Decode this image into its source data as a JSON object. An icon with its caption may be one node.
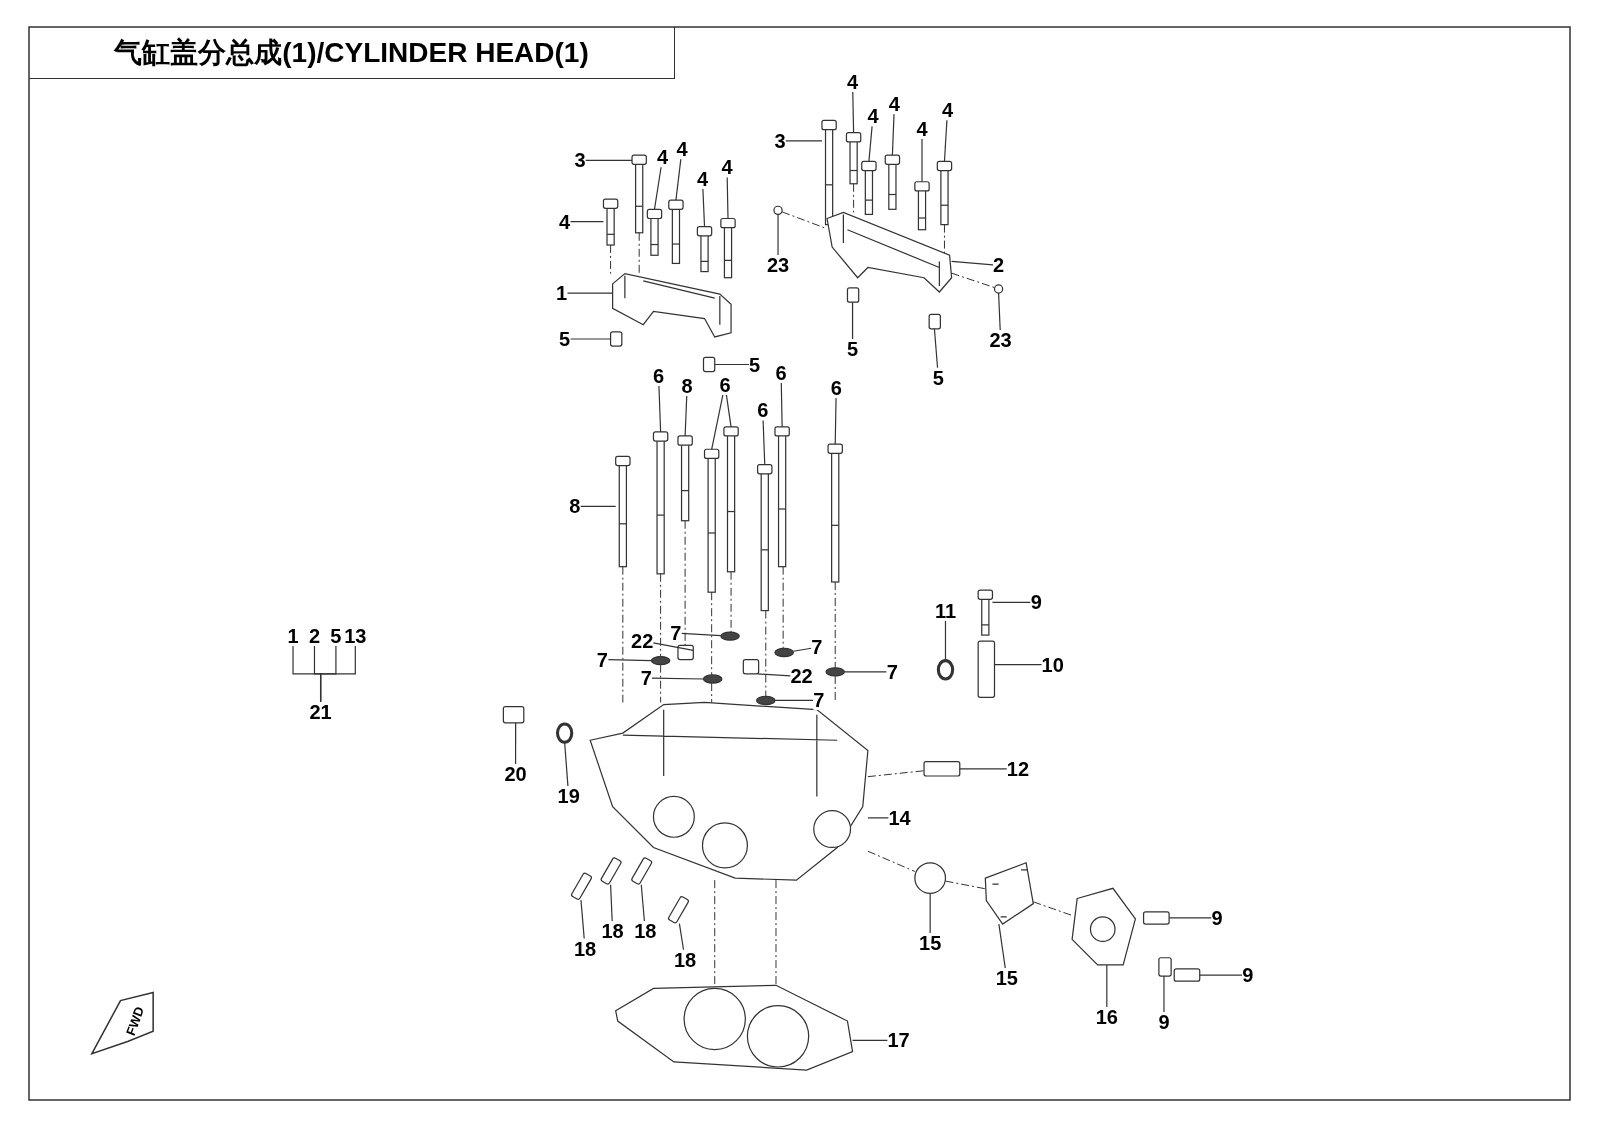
{
  "diagram": {
    "title": "气缸盖分总成(1)/CYLINDER HEAD(1)",
    "nodes": [
      {
        "text": [
          "3"
        ]
      },
      {
        "text": [
          "4"
        ]
      },
      {
        "text": [
          "4"
        ]
      },
      {
        "text": [
          "4"
        ]
      },
      {
        "text": [
          "4"
        ]
      },
      {
        "text": [
          "4"
        ]
      },
      {
        "text": [
          "1"
        ]
      },
      {
        "text": [
          "5"
        ]
      },
      {
        "text": [
          "5"
        ]
      },
      {
        "text": [
          "3"
        ]
      },
      {
        "text": [
          "4"
        ]
      },
      {
        "text": [
          "4"
        ]
      },
      {
        "text": [
          "4"
        ]
      },
      {
        "text": [
          "4"
        ]
      },
      {
        "text": [
          "4"
        ]
      },
      {
        "text": [
          "23"
        ]
      },
      {
        "text": [
          "2"
        ]
      },
      {
        "text": [
          "23"
        ]
      },
      {
        "text": [
          "5"
        ]
      },
      {
        "text": [
          "5"
        ]
      },
      {
        "text": [
          "6"
        ]
      },
      {
        "text": [
          "8"
        ]
      },
      {
        "text": [
          "6"
        ]
      },
      {
        "text": [
          "6"
        ]
      },
      {
        "text": [
          "6"
        ]
      },
      {
        "text": [
          "6"
        ]
      },
      {
        "text": [
          "8"
        ]
      },
      {
        "text": [
          "9"
        ]
      },
      {
        "text": [
          "11"
        ]
      },
      {
        "text": [
          "10"
        ]
      },
      {
        "text": [
          "1"
        ]
      },
      {
        "text": [
          "2"
        ]
      },
      {
        "text": [
          "5"
        ]
      },
      {
        "text": [
          "13"
        ]
      },
      {
        "text": [
          "21"
        ]
      },
      {
        "text": [
          "22"
        ]
      },
      {
        "text": [
          "7"
        ]
      },
      {
        "text": [
          "7"
        ]
      },
      {
        "text": [
          "7"
        ]
      },
      {
        "text": [
          "7"
        ]
      },
      {
        "text": [
          "22"
        ]
      },
      {
        "text": [
          "7"
        ]
      },
      {
        "text": [
          "7"
        ]
      },
      {
        "text": [
          "20"
        ]
      },
      {
        "text": [
          "19"
        ]
      },
      {
        "text": [
          "12"
        ]
      },
      {
        "text": [
          "14"
        ]
      },
      {
        "text": [
          "18"
        ]
      },
      {
        "text": [
          "18"
        ]
      },
      {
        "text": [
          "18"
        ]
      },
      {
        "text": [
          "18"
        ]
      },
      {
        "text": [
          "15"
        ]
      },
      {
        "text": [
          "15"
        ]
      },
      {
        "text": [
          "16"
        ]
      },
      {
        "text": [
          "9"
        ]
      },
      {
        "text": [
          "9"
        ]
      },
      {
        "text": [
          "9"
        ]
      },
      {
        "text": [
          "17"
        ]
      },
      {
        "text": [],
        "shape": "picture"
      },
      {
        "text": [],
        "shape": "picture"
      },
      {
        "text": [],
        "shape": "picture"
      },
      {
        "text": [],
        "shape": "picture"
      },
      {
        "text": [],
        "shape": "picture"
      },
      {
        "text": [],
        "shape": "picture"
      },
      {
        "text": [],
        "shape": "picture"
      },
      {
        "text": [],
        "shape": "box"
      },
      {
        "text": [],
        "shape": "box"
      },
      {
        "text": [],
        "shape": "picture"
      },
      {
        "text": [],
        "shape": "picture"
      },
      {
        "text": [],
        "shape": "picture"
      },
      {
        "text": [],
        "shape": "picture"
      },
      {
        "text": [],
        "shape": "picture"
      },
      {
        "text": [],
        "shape": "picture"
      },
      {
        "text": [],
        "shape": "circle"
      },
      {
        "text": [],
        "shape": "picture"
      },
      {
        "text": [],
        "shape": "circle"
      },
      {
        "text": [],
        "shape": "box"
      },
      {
        "text": [],
        "shape": "box"
      },
      {
        "text": [],
        "shape": "picture"
      },
      {
        "text": [],
        "shape": "picture"
      },
      {
        "text": [],
        "shape": "picture"
      },
      {
        "text": [],
        "shape": "picture"
      },
      {
        "text": [],
        "shape": "picture"
      },
      {
        "text": [],
        "shape": "picture"
      },
      {
        "text": [],
        "shape": "picture"
      },
      {
        "text": [],
        "shape": "picture"
      },
      {
        "text": [],
        "shape": "picture"
      },
      {
        "text": [],
        "shape": "circle"
      },
      {
        "text": [],
        "shape": "box"
      },
      {
        "text": [],
        "shape": "box"
      },
      {
        "text": [],
        "shape": "circle"
      },
      {
        "text": [],
        "shape": "circle"
      },
      {
        "text": [],
        "shape": "circle"
      },
      {
        "text": [],
        "shape": "circle"
      },
      {
        "text": [],
        "shape": "box"
      },
      {
        "text": [],
        "shape": "circle"
      },
      {
        "text": [],
        "shape": "circle"
      },
      {
        "text": [],
        "shape": "box"
      },
      {
        "text": [],
        "shape": "circle"
      },
      {
        "text": [],
        "shape": "box"
      },
      {
        "text": [],
        "shape": "picture"
      },
      {
        "text": [],
        "shape": "box"
      },
      {
        "text": [],
        "shape": "box"
      },
      {
        "text": [],
        "shape": "box"
      },
      {
        "text": [],
        "shape": "box"
      },
      {
        "text": [],
        "shape": "circle"
      },
      {
        "text": [],
        "shape": "picture"
      },
      {
        "text": [],
        "shape": "picture"
      },
      {
        "text": [],
        "shape": "box"
      },
      {
        "text": [],
        "shape": "box"
      },
      {
        "text": [],
        "shape": "box"
      },
      {
        "text": [],
        "shape": "picture"
      }
    ],
    "edges": [
      {
        "from": 0,
        "to": 58,
        "arrow": "none"
      },
      {
        "from": 1,
        "to": 59,
        "arrow": "none"
      },
      {
        "from": 2,
        "to": 60,
        "arrow": "none"
      },
      {
        "from": 3,
        "to": 61,
        "arrow": "none"
      },
      {
        "from": 4,
        "to": 62,
        "arrow": "none"
      },
      {
        "from": 5,
        "to": 63,
        "arrow": "none"
      },
      {
        "from": 6,
        "to": 64,
        "arrow": "none"
      },
      {
        "from": 7,
        "to": 65,
        "arrow": "none"
      },
      {
        "from": 8,
        "to": 66,
        "arrow": "none"
      },
      {
        "from": 9,
        "to": 67,
        "arrow": "none"
      },
      {
        "from": 10,
        "to": 68,
        "arrow": "none"
      },
      {
        "from": 11,
        "to": 69,
        "arrow": "none"
      },
      {
        "from": 12,
        "to": 70,
        "arrow": "none"
      },
      {
        "from": 13,
        "to": 71,
        "arrow": "none"
      },
      {
        "from": 14,
        "to": 72,
        "arrow": "none"
      },
      {
        "from": 15,
        "to": 73,
        "arrow": "none"
      },
      {
        "from": 16,
        "to": 74,
        "arrow": "none"
      },
      {
        "from": 17,
        "to": 75,
        "arrow": "none"
      },
      {
        "from": 18,
        "to": 76,
        "arrow": "none"
      },
      {
        "from": 19,
        "to": 77,
        "arrow": "none"
      },
      {
        "from": 20,
        "to": 78,
        "arrow": "none"
      },
      {
        "from": 21,
        "to": 79,
        "arrow": "none"
      },
      {
        "from": 22,
        "to": 80,
        "arrow": "none"
      },
      {
        "from": 22,
        "to": 81,
        "arrow": "none"
      },
      {
        "from": 23,
        "to": 82,
        "arrow": "none"
      },
      {
        "from": 24,
        "to": 83,
        "arrow": "none"
      },
      {
        "from": 25,
        "to": 84,
        "arrow": "none"
      },
      {
        "from": 26,
        "to": 85,
        "arrow": "none"
      },
      {
        "from": 27,
        "to": 86,
        "arrow": "none"
      },
      {
        "from": 28,
        "to": 87,
        "arrow": "none"
      },
      {
        "from": 29,
        "to": 88,
        "arrow": "none"
      },
      {
        "from": 30,
        "to": 34,
        "arrow": "none"
      },
      {
        "from": 31,
        "to": 34,
        "arrow": "none"
      },
      {
        "from": 32,
        "to": 34,
        "arrow": "none"
      },
      {
        "from": 33,
        "to": 34,
        "arrow": "none"
      },
      {
        "from": 35,
        "to": 89,
        "arrow": "none"
      },
      {
        "from": 36,
        "to": 90,
        "arrow": "none"
      },
      {
        "from": 37,
        "to": 91,
        "arrow": "none"
      },
      {
        "from": 38,
        "to": 92,
        "arrow": "none"
      },
      {
        "from": 39,
        "to": 93,
        "arrow": "none"
      },
      {
        "from": 40,
        "to": 94,
        "arrow": "none"
      },
      {
        "from": 41,
        "to": 95,
        "arrow": "none"
      },
      {
        "from": 42,
        "to": 96,
        "arrow": "none"
      },
      {
        "from": 43,
        "to": 97,
        "arrow": "none"
      },
      {
        "from": 44,
        "to": 98,
        "arrow": "none"
      },
      {
        "from": 45,
        "to": 99,
        "arrow": "none"
      },
      {
        "from": 46,
        "to": 100,
        "arrow": "none"
      },
      {
        "from": 47,
        "to": 101,
        "arrow": "none"
      },
      {
        "from": 48,
        "to": 102,
        "arrow": "none"
      },
      {
        "from": 49,
        "to": 103,
        "arrow": "none"
      },
      {
        "from": 50,
        "to": 104,
        "arrow": "none"
      },
      {
        "from": 51,
        "to": 105,
        "arrow": "none"
      },
      {
        "from": 52,
        "to": 106,
        "arrow": "none"
      },
      {
        "from": 53,
        "to": 107,
        "arrow": "none"
      },
      {
        "from": 54,
        "to": 108,
        "arrow": "none"
      },
      {
        "from": 55,
        "to": 109,
        "arrow": "none"
      },
      {
        "from": 56,
        "to": 110,
        "arrow": "none"
      },
      {
        "from": 57,
        "to": 111,
        "arrow": "none"
      },
      {
        "from": 59,
        "to": 64,
        "arrow": "none",
        "style": "dashed"
      },
      {
        "from": 58,
        "to": 64,
        "arrow": "none",
        "style": "dashed"
      },
      {
        "from": 68,
        "to": 74,
        "arrow": "none",
        "style": "dashed"
      },
      {
        "from": 72,
        "to": 74,
        "arrow": "none",
        "style": "dashed"
      },
      {
        "from": 85,
        "to": 100,
        "arrow": "none",
        "style": "dashed"
      },
      {
        "from": 78,
        "to": 91,
        "arrow": "none",
        "style": "dashed"
      },
      {
        "from": 91,
        "to": 100,
        "arrow": "none",
        "style": "dashed"
      },
      {
        "from": 79,
        "to": 89,
        "arrow": "none",
        "style": "dashed"
      },
      {
        "from": 80,
        "to": 92,
        "arrow": "none",
        "style": "dashed"
      },
      {
        "from": 92,
        "to": 100,
        "arrow": "none",
        "style": "dashed"
      },
      {
        "from": 81,
        "to": 90,
        "arrow": "none",
        "style": "dashed"
      },
      {
        "from": 83,
        "to": 96,
        "arrow": "none",
        "style": "dashed"
      },
      {
        "from": 82,
        "to": 93,
        "arrow": "none",
        "style": "dashed"
      },
      {
        "from": 84,
        "to": 95,
        "arrow": "none",
        "style": "dashed"
      },
      {
        "from": 95,
        "to": 100,
        "arrow": "none",
        "style": "dashed"
      },
      {
        "from": 100,
        "to": 111,
        "arrow": "none",
        "style": "dashed"
      },
      {
        "from": 100,
        "to": 111,
        "arrow": "none",
        "style": "dashed"
      },
      {
        "from": 73,
        "to": 74,
        "arrow": "none",
        "style": "dashed"
      },
      {
        "from": 74,
        "to": 75,
        "arrow": "none",
        "style": "dashed"
      },
      {
        "from": 100,
        "to": 105,
        "arrow": "none",
        "style": "dashed"
      },
      {
        "from": 105,
        "to": 106,
        "arrow": "none",
        "style": "dashed"
      },
      {
        "from": 106,
        "to": 107,
        "arrow": "none",
        "style": "dashed"
      },
      {
        "from": 100,
        "to": 99,
        "arrow": "none",
        "style": "dashed"
      }
    ],
    "labels": [
      "FWD"
    ]
  }
}
